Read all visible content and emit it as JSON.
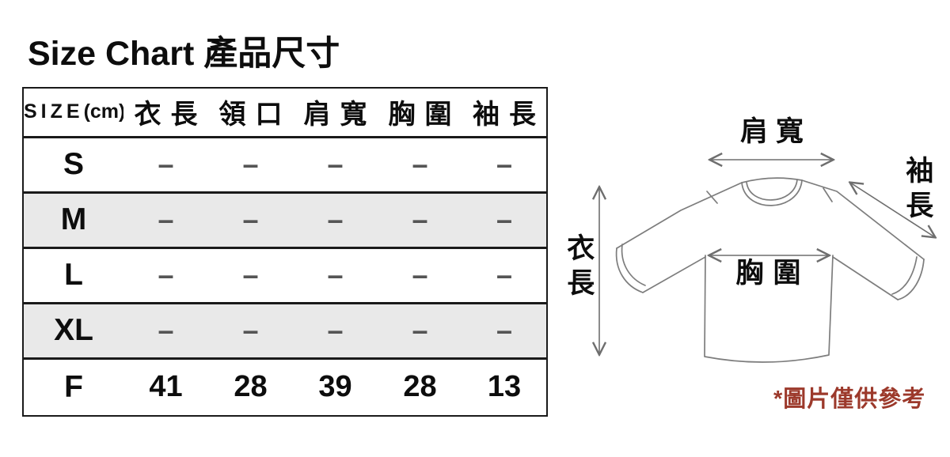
{
  "title": "Size Chart 產品尺寸",
  "table": {
    "header": {
      "size": "SIZE",
      "unit": "(cm)",
      "columns": [
        "衣長",
        "領口",
        "肩寬",
        "胸圍",
        "袖長"
      ]
    },
    "rows": [
      {
        "label": "S",
        "values": [
          "–",
          "–",
          "–",
          "–",
          "–"
        ]
      },
      {
        "label": "M",
        "values": [
          "–",
          "–",
          "–",
          "–",
          "–"
        ]
      },
      {
        "label": "L",
        "values": [
          "–",
          "–",
          "–",
          "–",
          "–"
        ]
      },
      {
        "label": "XL",
        "values": [
          "–",
          "–",
          "–",
          "–",
          "–"
        ]
      },
      {
        "label": "F",
        "values": [
          "41",
          "28",
          "39",
          "28",
          "13"
        ]
      }
    ]
  },
  "diagram": {
    "shoulder_label": "肩寬",
    "sleeve_label": "袖長",
    "length_label": "衣長",
    "chest_label": "胸圍",
    "note": "*圖片僅供參考"
  },
  "colors": {
    "note_red": "#9c392b",
    "row_shade": "#e9e9e9",
    "table_border": "#1a1a1a",
    "shirt_outline_gray": "#7d7d7d",
    "arrow_gray": "#6e6e6e",
    "dash_gray": "#555555"
  }
}
